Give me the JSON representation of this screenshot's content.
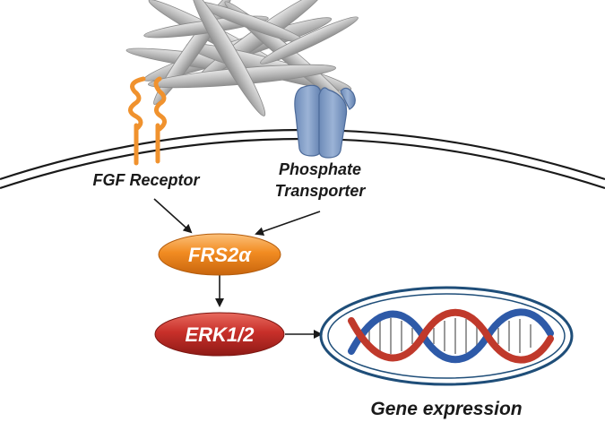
{
  "labels": {
    "fgf_receptor": "FGF Receptor",
    "phosphate_transporter_line1": "Phosphate",
    "phosphate_transporter_line2": "Transporter",
    "frs2a": "FRS2α",
    "erk12": "ERK1/2",
    "gene_expression": "Gene expression"
  },
  "colors": {
    "crystals": "#b8b8b8",
    "receptor": "#f0922e",
    "transporter": "#7f9cc4",
    "frs2a_node": "#f08a1e",
    "erk_node": "#c8302a",
    "membrane": "#1a1a1a",
    "nucleus_ring": "#1f4e79",
    "dna_red": "#c0392b",
    "dna_blue": "#2e5aa8"
  },
  "icons": {
    "crystals": "hydroxyapatite-crystals-icon",
    "receptor": "fgf-receptor-icon",
    "transporter": "phosphate-transporter-icon",
    "dna": "dna-double-helix-icon"
  }
}
